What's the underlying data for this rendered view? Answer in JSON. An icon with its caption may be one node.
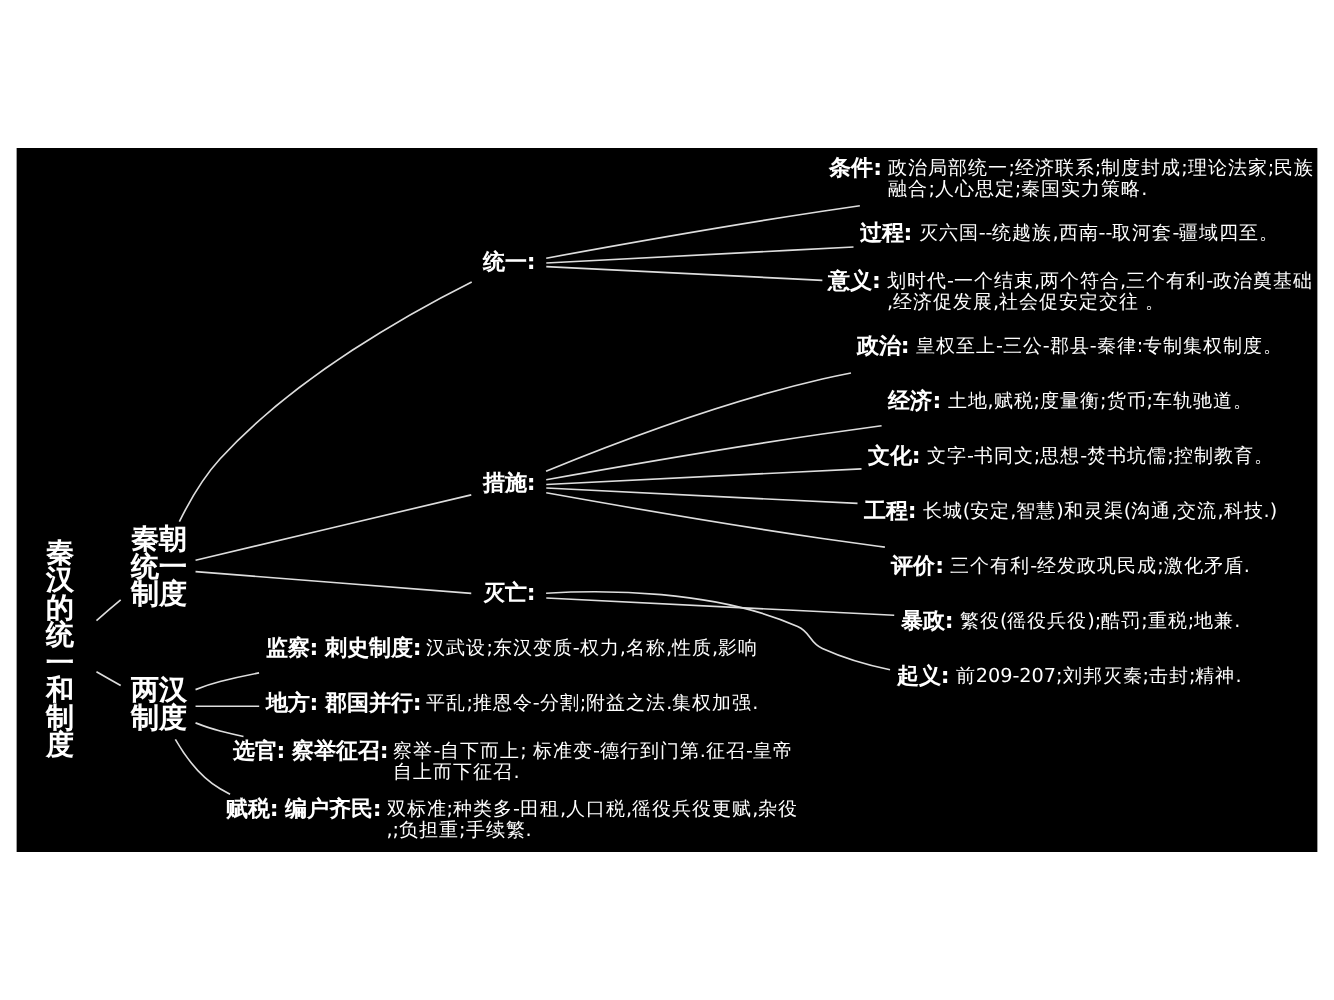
{
  "diagram": {
    "nodes": [
      {
        "text": [
          "秦汉的统一和制度"
        ]
      },
      {
        "text": [
          "秦朝统一制度"
        ]
      },
      {
        "text": [
          "统一:"
        ]
      },
      {
        "text": [
          "条件:",
          "政治局部统一;经济联系;制度封成;理论法家;民族融合;人心思定;秦国实力策略."
        ]
      },
      {
        "text": [
          "过程:",
          "灭六国--统越族,西南--取河套-疆域四至。"
        ]
      },
      {
        "text": [
          "意义:",
          "划时代-一个结束,两个符合,三个有利-政治奠基础,经济促发展,社会促安定交往 。"
        ]
      },
      {
        "text": [
          "措施:"
        ]
      },
      {
        "text": [
          "政治:",
          "皇权至上-三公-郡县-秦律:专制集权制度。"
        ]
      },
      {
        "text": [
          "经济:",
          "土地,赋税;度量衡;货币;车轨驰道。"
        ]
      },
      {
        "text": [
          "文化:",
          "文字-书同文;思想-焚书坑儒;控制教育。"
        ]
      },
      {
        "text": [
          "工程:",
          "长城(安定,智慧)和灵渠(沟通,交流,科技.)"
        ]
      },
      {
        "text": [
          "评价:",
          "三个有利-经发政巩民成;激化矛盾."
        ]
      },
      {
        "text": [
          "灭亡:"
        ]
      },
      {
        "text": [
          "暴政:",
          "繁役(徭役兵役);酷罚;重税;地兼."
        ]
      },
      {
        "text": [
          "起义:",
          "前209-207;刘邦灭秦;击封;精神."
        ]
      },
      {
        "text": [
          "两汉制度"
        ]
      },
      {
        "text": [
          "监察:",
          "刺史制度:",
          "汉武设;东汉变质-权力,名称,性质,影响"
        ]
      },
      {
        "text": [
          "地方:",
          "郡国并行:",
          "平乱;推恩令-分割;附益之法.集权加强."
        ]
      },
      {
        "text": [
          "选官:",
          "察举征召:",
          "察举-自下而上; 标准变-德行到门第.征召-皇帝自上而下征召."
        ]
      },
      {
        "text": [
          "赋税:",
          "编户齐民:",
          "双标准;种类多-田租,人口税,徭役兵役更赋,杂役,;负担重;手续繁."
        ]
      }
    ],
    "edges": [
      {
        "from": 0,
        "to": 1,
        "arrow": "none"
      },
      {
        "from": 0,
        "to": 15,
        "arrow": "none"
      },
      {
        "from": 1,
        "to": 2,
        "arrow": "none"
      },
      {
        "from": 1,
        "to": 6,
        "arrow": "none"
      },
      {
        "from": 1,
        "to": 12,
        "arrow": "none"
      },
      {
        "from": 2,
        "to": 3,
        "arrow": "none"
      },
      {
        "from": 2,
        "to": 4,
        "arrow": "none"
      },
      {
        "from": 2,
        "to": 5,
        "arrow": "none"
      },
      {
        "from": 6,
        "to": 7,
        "arrow": "none"
      },
      {
        "from": 6,
        "to": 8,
        "arrow": "none"
      },
      {
        "from": 6,
        "to": 9,
        "arrow": "none"
      },
      {
        "from": 6,
        "to": 10,
        "arrow": "none"
      },
      {
        "from": 6,
        "to": 11,
        "arrow": "none"
      },
      {
        "from": 12,
        "to": 13,
        "arrow": "none"
      },
      {
        "from": 12,
        "to": 14,
        "arrow": "none"
      },
      {
        "from": 15,
        "to": 16,
        "arrow": "none"
      },
      {
        "from": 15,
        "to": 17,
        "arrow": "none"
      },
      {
        "from": 15,
        "to": 18,
        "arrow": "none"
      },
      {
        "from": 15,
        "to": 19,
        "arrow": "none"
      }
    ]
  }
}
